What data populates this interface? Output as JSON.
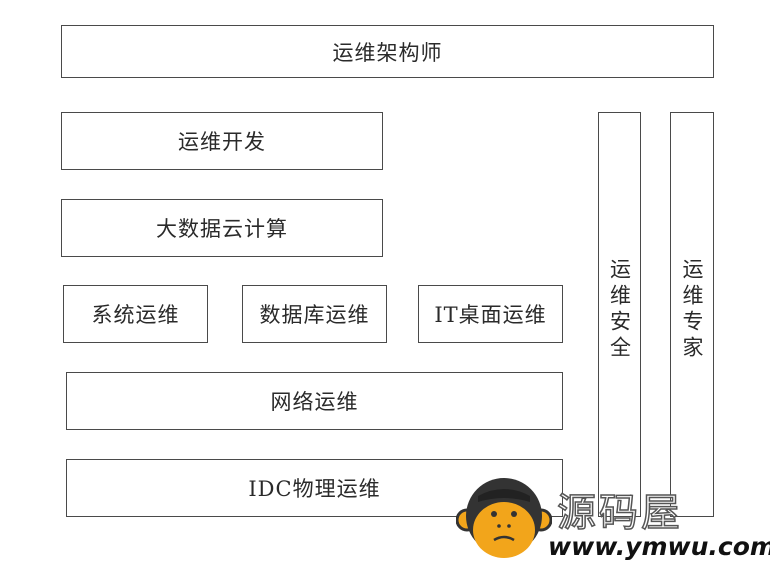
{
  "architect": "运维架构师",
  "dev": "运维开发",
  "bigdata": "大数据云计算",
  "system": "系统运维",
  "database": "数据库运维",
  "desktop": "IT桌面运维",
  "network": "网络运维",
  "idc": "IDC物理运维",
  "security": "运维安全",
  "expert": "运维专家",
  "watermark": {
    "name": "源码屋",
    "url": "www.ymwu.com"
  },
  "colors": {
    "border": "#4a4a4a",
    "logo_orange": "#f2a51b",
    "logo_dark": "#333333"
  }
}
